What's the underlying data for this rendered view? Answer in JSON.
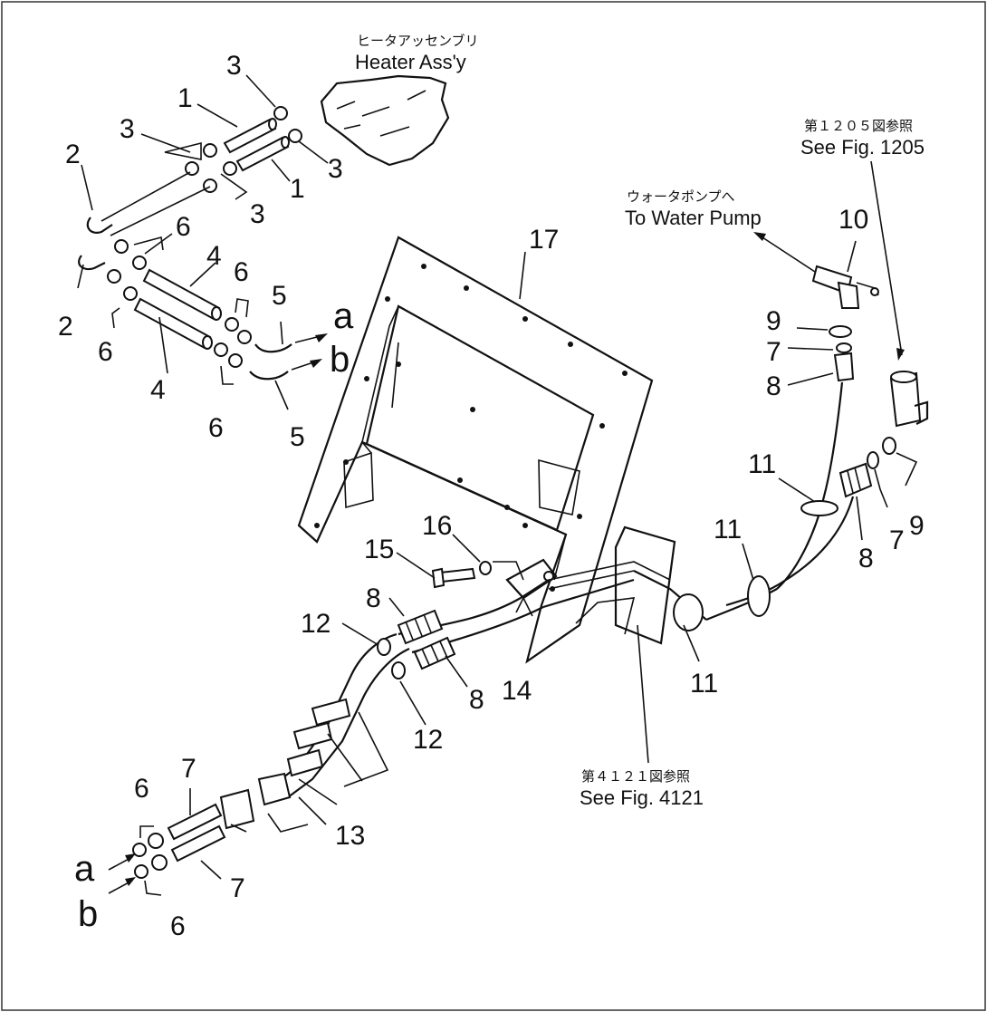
{
  "diagram": {
    "callouts": [
      {
        "id": "c1a",
        "text": "1"
      },
      {
        "id": "c1b",
        "text": "1"
      },
      {
        "id": "c2a",
        "text": "2"
      },
      {
        "id": "c2b",
        "text": "2"
      },
      {
        "id": "c3a",
        "text": "3"
      },
      {
        "id": "c3b",
        "text": "3"
      },
      {
        "id": "c3c",
        "text": "3"
      },
      {
        "id": "c3d",
        "text": "3"
      },
      {
        "id": "c4a",
        "text": "4"
      },
      {
        "id": "c4b",
        "text": "4"
      },
      {
        "id": "c5a",
        "text": "5"
      },
      {
        "id": "c5b",
        "text": "5"
      },
      {
        "id": "c6a",
        "text": "6"
      },
      {
        "id": "c6b",
        "text": "6"
      },
      {
        "id": "c6c",
        "text": "6"
      },
      {
        "id": "c6d",
        "text": "6"
      },
      {
        "id": "c6e",
        "text": "6"
      },
      {
        "id": "c6f",
        "text": "6"
      },
      {
        "id": "c7a",
        "text": "7"
      },
      {
        "id": "c7b",
        "text": "7"
      },
      {
        "id": "c7c",
        "text": "7"
      },
      {
        "id": "c7d",
        "text": "7"
      },
      {
        "id": "c8a",
        "text": "8"
      },
      {
        "id": "c8b",
        "text": "8"
      },
      {
        "id": "c8c",
        "text": "8"
      },
      {
        "id": "c8d",
        "text": "8"
      },
      {
        "id": "c9a",
        "text": "9"
      },
      {
        "id": "c9b",
        "text": "9"
      },
      {
        "id": "c10",
        "text": "10"
      },
      {
        "id": "c11a",
        "text": "11"
      },
      {
        "id": "c11b",
        "text": "11"
      },
      {
        "id": "c11c",
        "text": "11"
      },
      {
        "id": "c12a",
        "text": "12"
      },
      {
        "id": "c12b",
        "text": "12"
      },
      {
        "id": "c13",
        "text": "13"
      },
      {
        "id": "c14",
        "text": "14"
      },
      {
        "id": "c15",
        "text": "15"
      },
      {
        "id": "c16",
        "text": "16"
      },
      {
        "id": "c17",
        "text": "17"
      }
    ],
    "connectors": [
      {
        "id": "ca1",
        "text": "a"
      },
      {
        "id": "cb1",
        "text": "b"
      },
      {
        "id": "ca2",
        "text": "a"
      },
      {
        "id": "cb2",
        "text": "b"
      }
    ],
    "captions": {
      "heater_jp": "ヒータアッセンブリ",
      "heater_en": "Heater Ass'y",
      "fig1205_jp": "第１２０５図参照",
      "fig1205_en": "See Fig. 1205",
      "pump_jp": "ウォータポンプへ",
      "pump_en": "To Water Pump",
      "fig4121_jp": "第４１２１図参照",
      "fig4121_en": "See Fig. 4121"
    }
  }
}
